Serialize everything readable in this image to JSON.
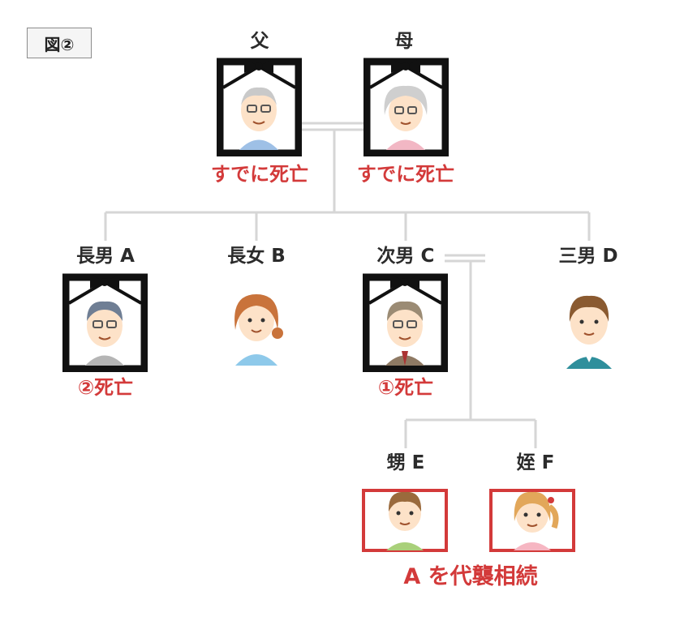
{
  "figure_label": "図②",
  "people": {
    "father": {
      "name": "父",
      "status": "すでに死亡",
      "shirt": "#9ec0e6",
      "hair": "#c9c9c9"
    },
    "mother": {
      "name": "母",
      "status": "すでに死亡",
      "shirt": "#f2b7c4",
      "hair": "#cfcfcf"
    },
    "eldest_son": {
      "name": "長男 A",
      "status": "②死亡",
      "shirt": "#b5b5b5",
      "hair": "#6f7e94"
    },
    "eldest_daughter": {
      "name": "長女 B",
      "shirt": "#8ec9ea",
      "hair": "#c9733b"
    },
    "second_son": {
      "name": "次男 C",
      "status": "①死亡",
      "shirt": "#8f7a64",
      "hair": "#9b8b74"
    },
    "third_son": {
      "name": "三男 D",
      "shirt": "#2f8f9c",
      "hair": "#8a5a30"
    },
    "nephew": {
      "name": "甥 E",
      "shirt": "#a9d07a",
      "hair": "#9a6a3c"
    },
    "niece": {
      "name": "姪 F",
      "shirt": "#f6b6c2",
      "hair": "#e2a75a"
    }
  },
  "caption": "A を代襲相続",
  "colors": {
    "red": "#d33a3a",
    "black_frame": "#111111",
    "line": "#d6d6d6",
    "text": "#2b2b2b"
  }
}
